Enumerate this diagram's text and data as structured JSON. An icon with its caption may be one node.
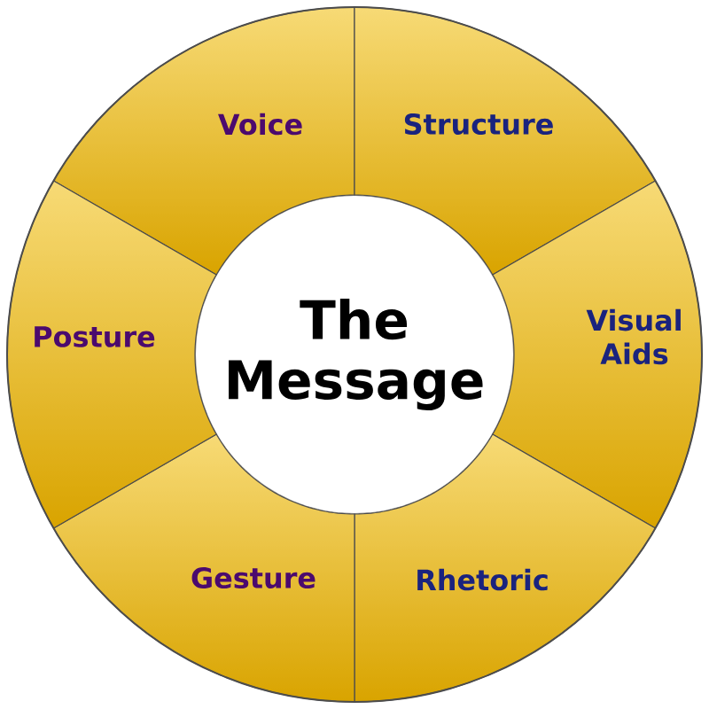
{
  "diagram": {
    "nodes": [
      {
        "text": [
          "The Message"
        ]
      },
      {
        "text": [
          "Voice"
        ]
      },
      {
        "text": [
          "Structure"
        ]
      },
      {
        "text": [
          "Visual Aids"
        ]
      },
      {
        "text": [
          "Rhetoric"
        ]
      },
      {
        "text": [
          "Gesture"
        ]
      },
      {
        "text": [
          "Posture"
        ]
      }
    ]
  }
}
